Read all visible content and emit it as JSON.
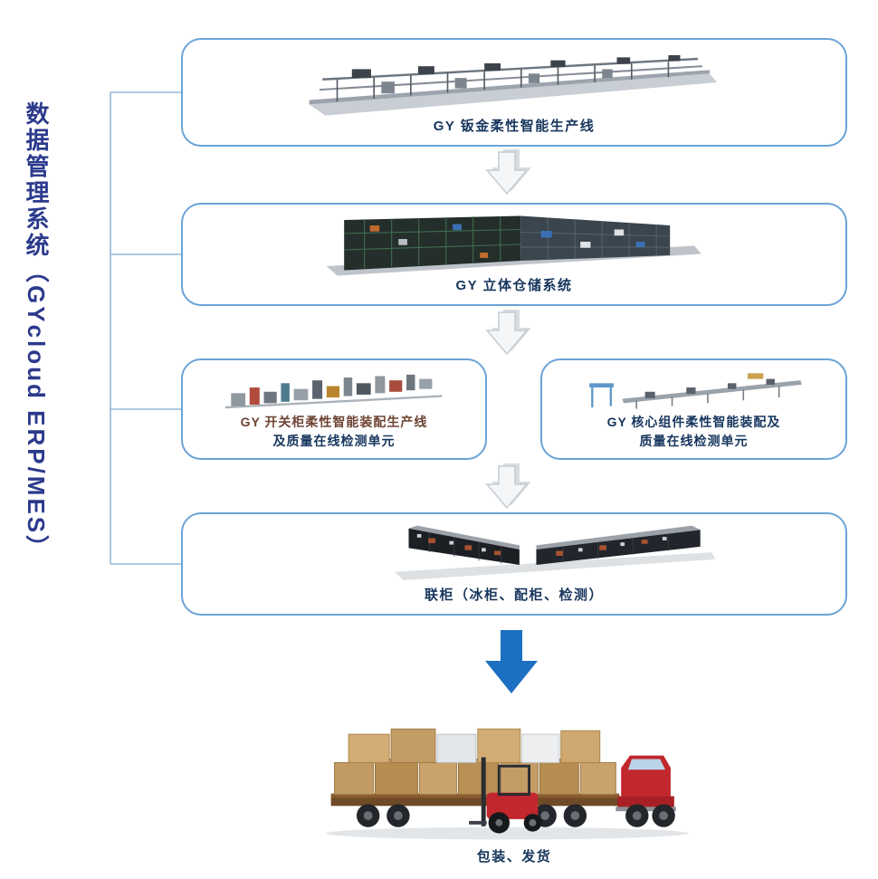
{
  "diagram": {
    "side_label": "数据管理系统（GYcloud ERP/MES）",
    "boxes": {
      "sheet_metal": {
        "caption": "GY 钣金柔性智能生产线"
      },
      "warehouse": {
        "caption": "GY 立体仓储系统"
      },
      "switchgear": {
        "line1": "GY 开关柜柔性智能装配生产线",
        "line2": "及质量在线检测单元"
      },
      "core_components": {
        "line1": "GY 核心组件柔性智能装配及",
        "line2": "质量在线检测单元"
      },
      "cabinets": {
        "caption": "联柜（冰柜、配柜、检测）"
      },
      "shipping": {
        "caption": "包装、发货"
      }
    },
    "colors": {
      "box_border": "#6ba3d6",
      "caption_text": "#17365d",
      "caption_alt_text": "#6e4434",
      "side_label_text": "#2c3a8c",
      "blue_arrow": "#1d6fc1",
      "connector_line": "#93b7da"
    },
    "icons": {
      "flow_arrow": "down-arrow-3d-icon",
      "final_arrow": "down-arrow-blue-icon"
    }
  }
}
